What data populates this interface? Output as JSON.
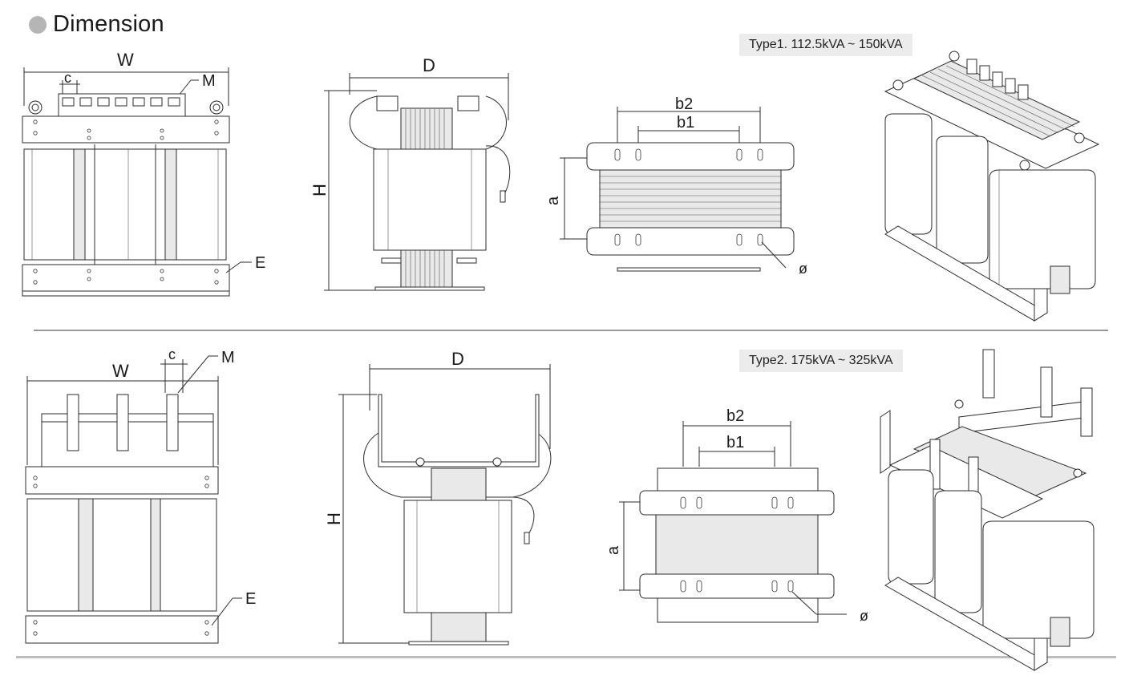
{
  "header": {
    "title": "Dimension",
    "bullet_color": "#b5b5b5"
  },
  "type1": {
    "label": "Type1. 112.5kVA ~ 150kVA",
    "front": {
      "w": "W",
      "c": "c",
      "m": "M",
      "e": "E"
    },
    "side": {
      "d": "D",
      "h": "H"
    },
    "top": {
      "b2": "b2",
      "b1": "b1",
      "a": "a",
      "phi": "ø"
    }
  },
  "type2": {
    "label": "Type2. 175kVA ~ 325kVA",
    "front": {
      "w": "W",
      "c": "c",
      "m": "M",
      "e": "E"
    },
    "side": {
      "d": "D",
      "h": "H"
    },
    "top": {
      "b2": "b2",
      "b1": "b1",
      "a": "a",
      "phi": "ø"
    }
  },
  "colors": {
    "label_bg": "#ececec",
    "divider": "#9a9a9a",
    "line": "#2b2b2b"
  }
}
